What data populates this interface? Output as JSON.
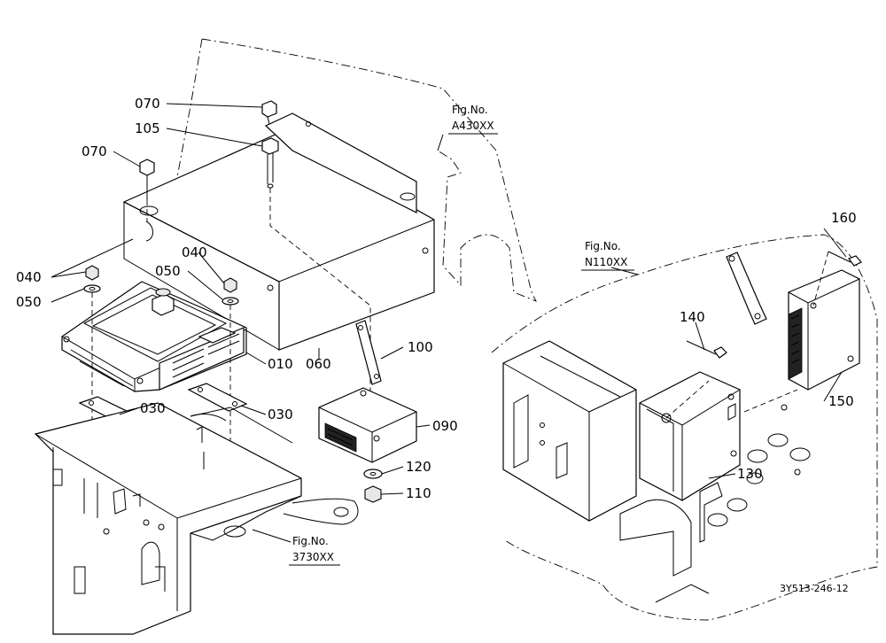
{
  "parts": [
    {
      "id": "p070a",
      "label": "070"
    },
    {
      "id": "p105",
      "label": "105"
    },
    {
      "id": "p070b",
      "label": "070"
    },
    {
      "id": "p040a",
      "label": "040"
    },
    {
      "id": "p050a",
      "label": "050"
    },
    {
      "id": "p040b",
      "label": "040"
    },
    {
      "id": "p050b",
      "label": "050"
    },
    {
      "id": "p010",
      "label": "010"
    },
    {
      "id": "p060",
      "label": "060"
    },
    {
      "id": "p100",
      "label": "100"
    },
    {
      "id": "p030a",
      "label": "030"
    },
    {
      "id": "p030b",
      "label": "030"
    },
    {
      "id": "p090",
      "label": "090"
    },
    {
      "id": "p120",
      "label": "120"
    },
    {
      "id": "p110",
      "label": "110"
    },
    {
      "id": "p160",
      "label": "160"
    },
    {
      "id": "p140",
      "label": "140"
    },
    {
      "id": "p150",
      "label": "150"
    },
    {
      "id": "p130",
      "label": "130"
    }
  ],
  "figure_refs": [
    {
      "id": "a430",
      "caption": "Fig.No.",
      "number": "A430XX"
    },
    {
      "id": "n110",
      "caption": "Fig.No.",
      "number": "N110XX"
    },
    {
      "id": "f3730",
      "caption": "Fig.No.",
      "number": "3730XX"
    }
  ],
  "drawing_code": "3Y513-246-12"
}
